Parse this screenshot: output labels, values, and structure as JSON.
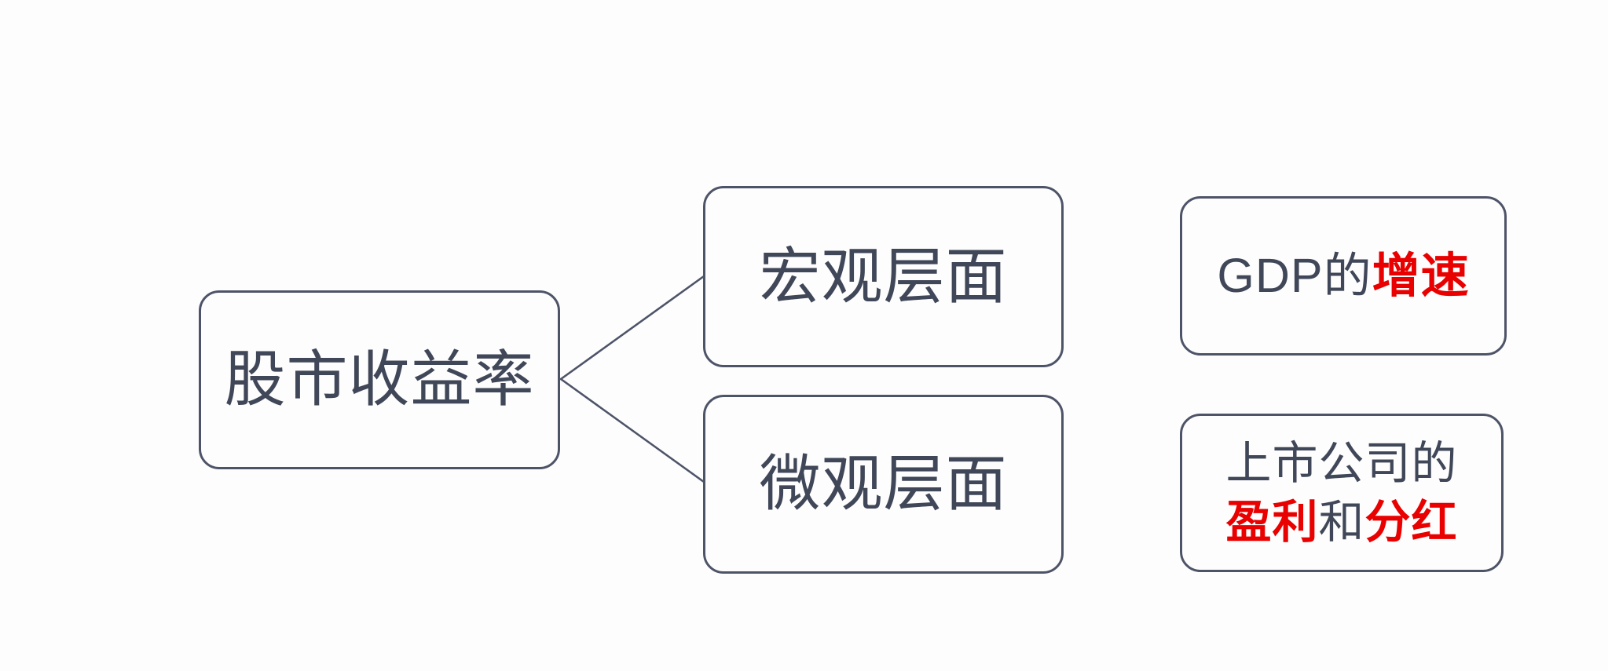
{
  "diagram": {
    "root": {
      "label": "股市收益率"
    },
    "branches": [
      {
        "label": "宏观层面"
      },
      {
        "label": "微观层面"
      }
    ],
    "details": {
      "gdp": {
        "prefix": "GDP的",
        "emphasis": "增速"
      },
      "company": {
        "line1": "上市公司的",
        "profit": "盈利",
        "and": "和",
        "dividend": "分红"
      }
    },
    "colors": {
      "border": "#4e5468",
      "text": "#404758",
      "emphasis": "#e90000",
      "background": "#fdfdfd"
    }
  }
}
